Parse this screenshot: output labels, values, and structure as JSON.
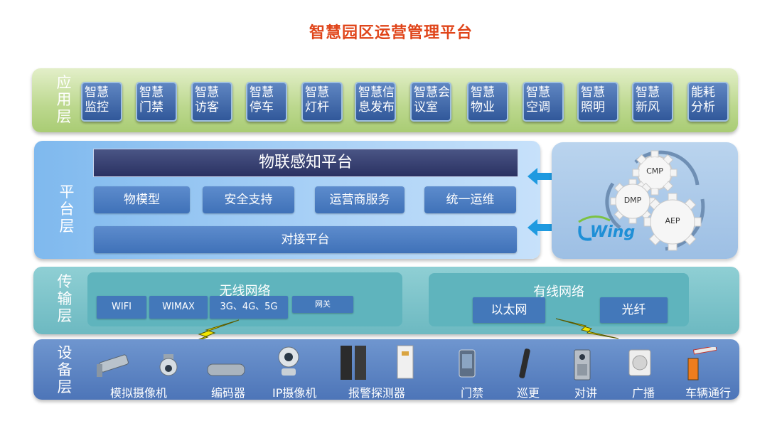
{
  "title": "智慧园区运营管理平台",
  "layers": {
    "application": "应用层",
    "platform": "平台层",
    "transport": "传输层",
    "device": "设备层"
  },
  "apps": [
    {
      "line1": "智慧",
      "line2": "监控"
    },
    {
      "line1": "智慧",
      "line2": "门禁"
    },
    {
      "line1": "智慧",
      "line2": "访客"
    },
    {
      "line1": "智慧",
      "line2": "停车"
    },
    {
      "line1": "智慧",
      "line2": "灯杆"
    },
    {
      "line1": "智慧信",
      "line2": "息发布"
    },
    {
      "line1": "智慧会",
      "line2": "议室"
    },
    {
      "line1": "智慧",
      "line2": "物业"
    },
    {
      "line1": "智慧",
      "line2": "空调"
    },
    {
      "line1": "智慧",
      "line2": "照明"
    },
    {
      "line1": "智慧",
      "line2": "新风"
    },
    {
      "line1": "能耗",
      "line2": "分析"
    }
  ],
  "platform": {
    "iot": "物联感知平台",
    "modules": [
      "物模型",
      "安全支持",
      "运营商服务",
      "统一运维"
    ],
    "docking": "对接平台"
  },
  "cloud": {
    "gears": [
      "CMP",
      "DMP",
      "AEP"
    ],
    "logo_text": "Wing"
  },
  "network": {
    "wireless": {
      "title": "无线网络",
      "items": [
        "WIFI",
        "WIMAX",
        "3G、4G、5G",
        "网关"
      ]
    },
    "wired": {
      "title": "有线网络",
      "items": [
        "以太网",
        "光纤"
      ]
    }
  },
  "devices": [
    "模拟摄像机",
    "编码器",
    "IP摄像机",
    "报警探测器",
    "门禁",
    "巡更",
    "对讲",
    "广播",
    "车辆通行"
  ],
  "colors": {
    "title": "#e0451a",
    "app_tile": "#3d63a4",
    "iot_bar": "#2f3768",
    "network_button": "#4378ba",
    "bolt": "#f2e600"
  }
}
